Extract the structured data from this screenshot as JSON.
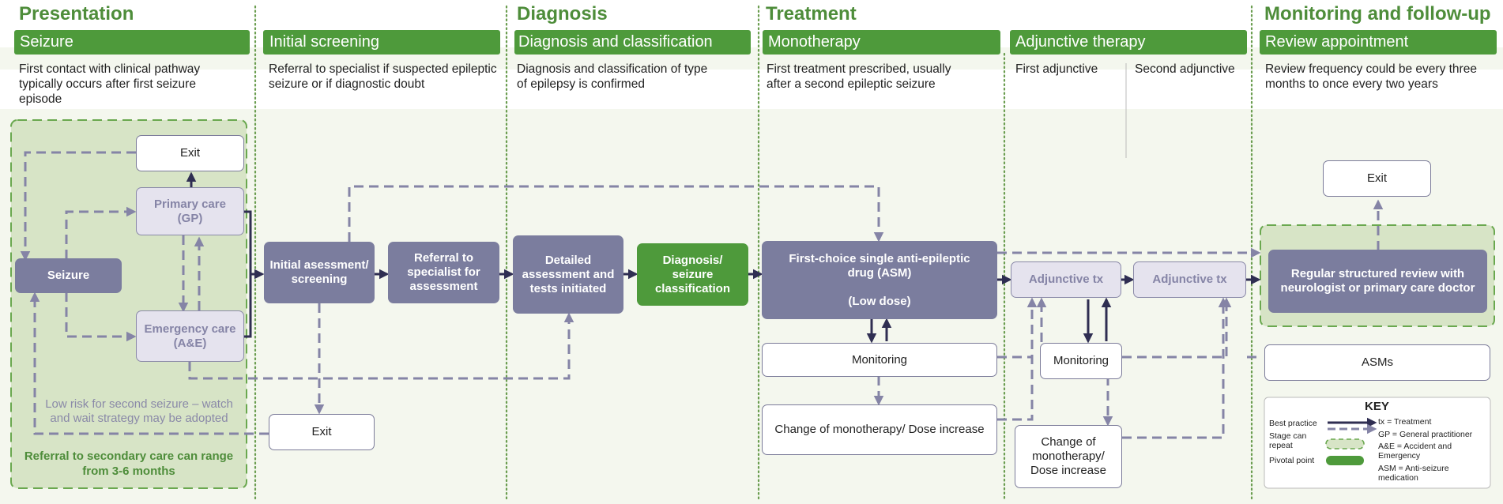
{
  "stages": {
    "presentation": "Presentation",
    "diagnosis": "Diagnosis",
    "treatment": "Treatment",
    "monitoring": "Monitoring and follow-up"
  },
  "columns": {
    "seizure": {
      "label": "Seizure",
      "description": "First contact with clinical pathway typically occurs after first seizure episode"
    },
    "initial_screening": {
      "label": "Initial screening",
      "description": "Referral to specialist if suspected epileptic seizure or if diagnostic doubt"
    },
    "diagnosis_classification": {
      "label": "Diagnosis and classification",
      "description": "Diagnosis and classification of type of epilepsy is confirmed"
    },
    "monotherapy": {
      "label": "Monotherapy",
      "description": "First treatment prescribed, usually after a second epileptic seizure"
    },
    "adjunctive": {
      "label": "Adjunctive therapy",
      "first": "First adjunctive",
      "second": "Second adjunctive"
    },
    "review": {
      "label": "Review appointment",
      "description": "Review frequency could be every three months to once every two years"
    }
  },
  "nodes": {
    "exit_presentation": "Exit",
    "primary_care": "Primary care (GP)",
    "seizure": "Seizure",
    "emergency_care": "Emergency care (A&E)",
    "low_risk_note": "Low risk for second seizure – watch and wait strategy may be adopted",
    "referral_note": "Referral to secondary care can range from 3-6 months",
    "initial_assessment": "Initial asessment/ screening",
    "exit_screening": "Exit",
    "referral_specialist": "Referral to specialist for assessment",
    "detailed_assessment": "Detailed assessment and tests initiated",
    "diagnosis_classification": "Diagnosis/ seizure classification",
    "first_choice_asm": "First-choice single anti-epileptic drug (ASM)",
    "low_dose": "(Low dose)",
    "monitoring_mono": "Monitoring",
    "change_mono": "Change of monotherapy/ Dose increase",
    "adjunctive_tx_1": "Adjunctive tx",
    "adjunctive_tx_2": "Adjunctive tx",
    "monitoring_adj": "Monitoring",
    "change_adj": "Change of monotherapy/ Dose increase",
    "exit_review": "Exit",
    "regular_review": "Regular structured review with neurologist or primary care doctor",
    "asms": "ASMs"
  },
  "key": {
    "title": "KEY",
    "best_practice": "Best practice",
    "stage_repeat": "Stage can repeat",
    "pivotal_point": "Pivotal point",
    "tx": "tx = Treatment",
    "gp": "GP = General practitioner",
    "ae": "A&E = Accident and Emergency",
    "asm": "ASM = Anti-seizure medication"
  },
  "colors": {
    "green_dark": "#4e9a3b",
    "green_title": "#4e8d3a",
    "green_panel": "#d7e4c6",
    "column_bg": "#f4f7ee",
    "node_dark": "#7b7d9e",
    "node_light": "#e5e3ee",
    "arrow_solid": "#2f2e52",
    "arrow_dashed": "#8584a6"
  }
}
